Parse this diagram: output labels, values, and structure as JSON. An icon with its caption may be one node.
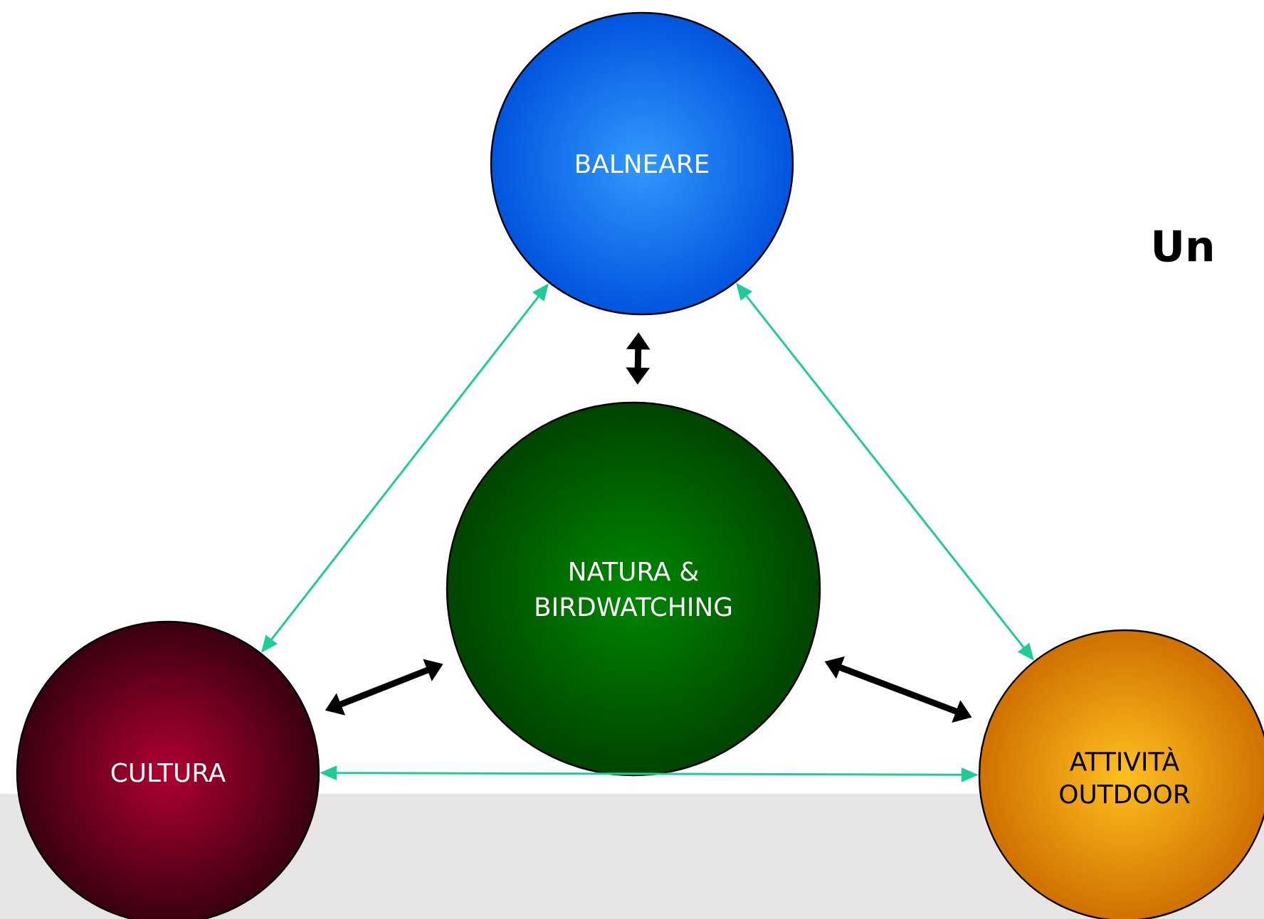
{
  "diagram": {
    "nodes": [
      {
        "text": [
          "BALNEARE"
        ]
      },
      {
        "text": [
          "NATURA & BIRDWATCHING"
        ]
      },
      {
        "text": [
          "CULTURA"
        ]
      },
      {
        "text": [
          "ATTIVITÀ OUTDOOR"
        ]
      }
    ],
    "edges": [
      {
        "from": 0,
        "to": 2,
        "arrow": "both",
        "color": "#1ecc99"
      },
      {
        "from": 0,
        "to": 3,
        "arrow": "both",
        "color": "#1ecc99"
      },
      {
        "from": 2,
        "to": 3,
        "arrow": "both",
        "color": "#1ecc99"
      },
      {
        "from": 0,
        "to": 1,
        "arrow": "both",
        "style": "thick",
        "color": "#000000"
      },
      {
        "from": 1,
        "to": 2,
        "arrow": "both",
        "style": "thick",
        "color": "#000000"
      },
      {
        "from": 1,
        "to": 3,
        "arrow": "both",
        "style": "thick",
        "color": "#000000"
      }
    ],
    "labels": [
      "Un"
    ]
  }
}
